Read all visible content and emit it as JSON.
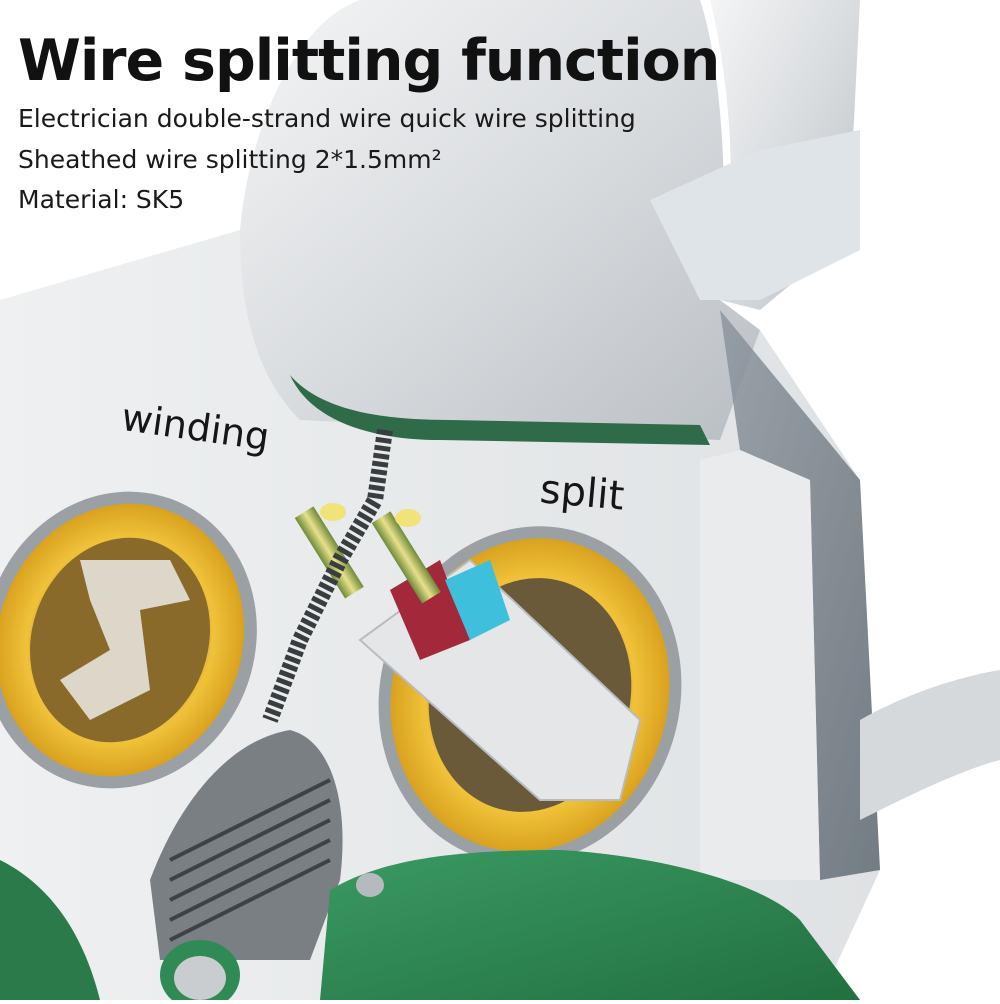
{
  "header": {
    "title": "Wire splitting function",
    "specs": [
      "Electrician double-strand wire quick wire splitting",
      "Sheathed wire splitting 2*1.5mm²",
      "Material: SK5"
    ]
  },
  "labels": {
    "winding": "winding",
    "split": "split"
  },
  "colors": {
    "steel_light": "#e8eaec",
    "steel_mid": "#c4c8cc",
    "steel_dark": "#6f7a82",
    "gold_ring": "#e6b422",
    "green_handle": "#2f8a55",
    "wire_red": "#a3283a",
    "wire_blue": "#3ec0dc",
    "sheath_white": "#e4e6e8"
  }
}
